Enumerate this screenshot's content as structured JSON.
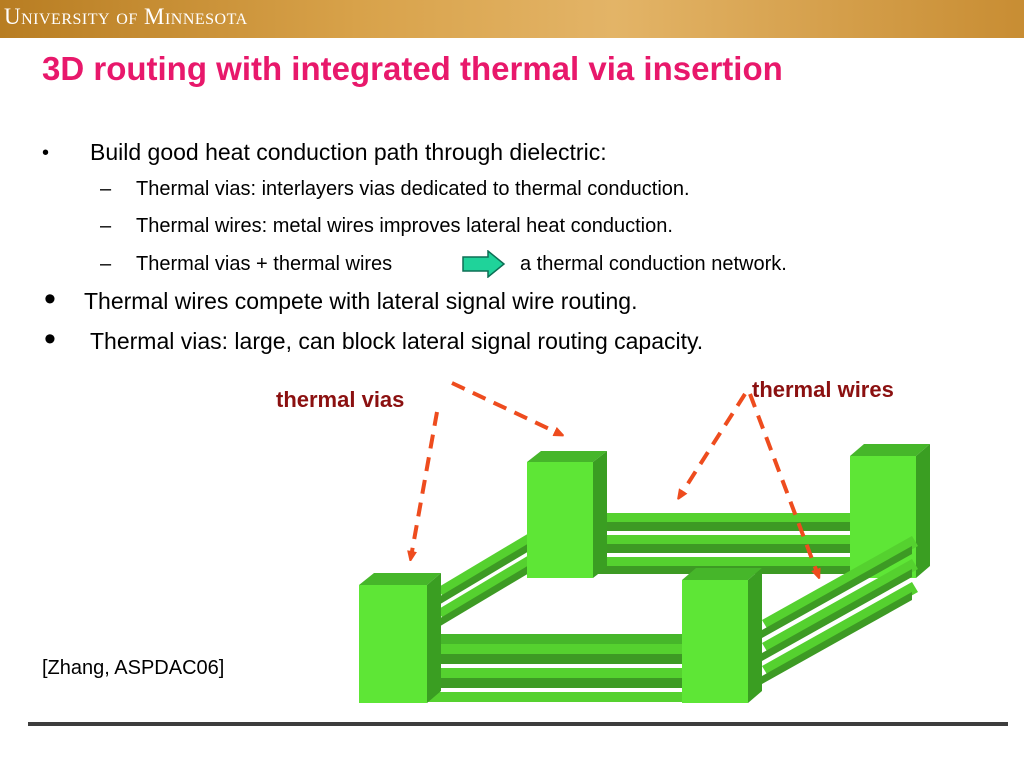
{
  "header": {
    "university": "University of Minnesota"
  },
  "slide": {
    "title": "3D routing with integrated thermal via insertion",
    "bullet1": "Build good heat conduction path through dielectric:",
    "sub1": "Thermal vias: interlayers vias dedicated to thermal conduction.",
    "sub2": "Thermal wires: metal wires improves lateral heat conduction.",
    "sub3_left": "Thermal vias + thermal wires",
    "sub3_right": "a thermal conduction network.",
    "bullet2": "Thermal wires compete with lateral signal wire routing.",
    "bullet3": "Thermal vias: large, can  block lateral signal routing capacity.",
    "bullet_marker_small": "•",
    "bullet_marker_big": "•",
    "dash_marker": "–"
  },
  "diagram": {
    "label_vias": "thermal vias",
    "label_wires": "thermal wires",
    "colors": {
      "block_front": "#5ee636",
      "block_top": "#46b62a",
      "block_side": "#3a9e22",
      "bar_light": "#55d12f",
      "bar_dark": "#3d9a24",
      "arrow": "#ee4c1e",
      "right_arrow_icon": "#1fd39a"
    }
  },
  "citation": "[Zhang, ASPDAC06]"
}
